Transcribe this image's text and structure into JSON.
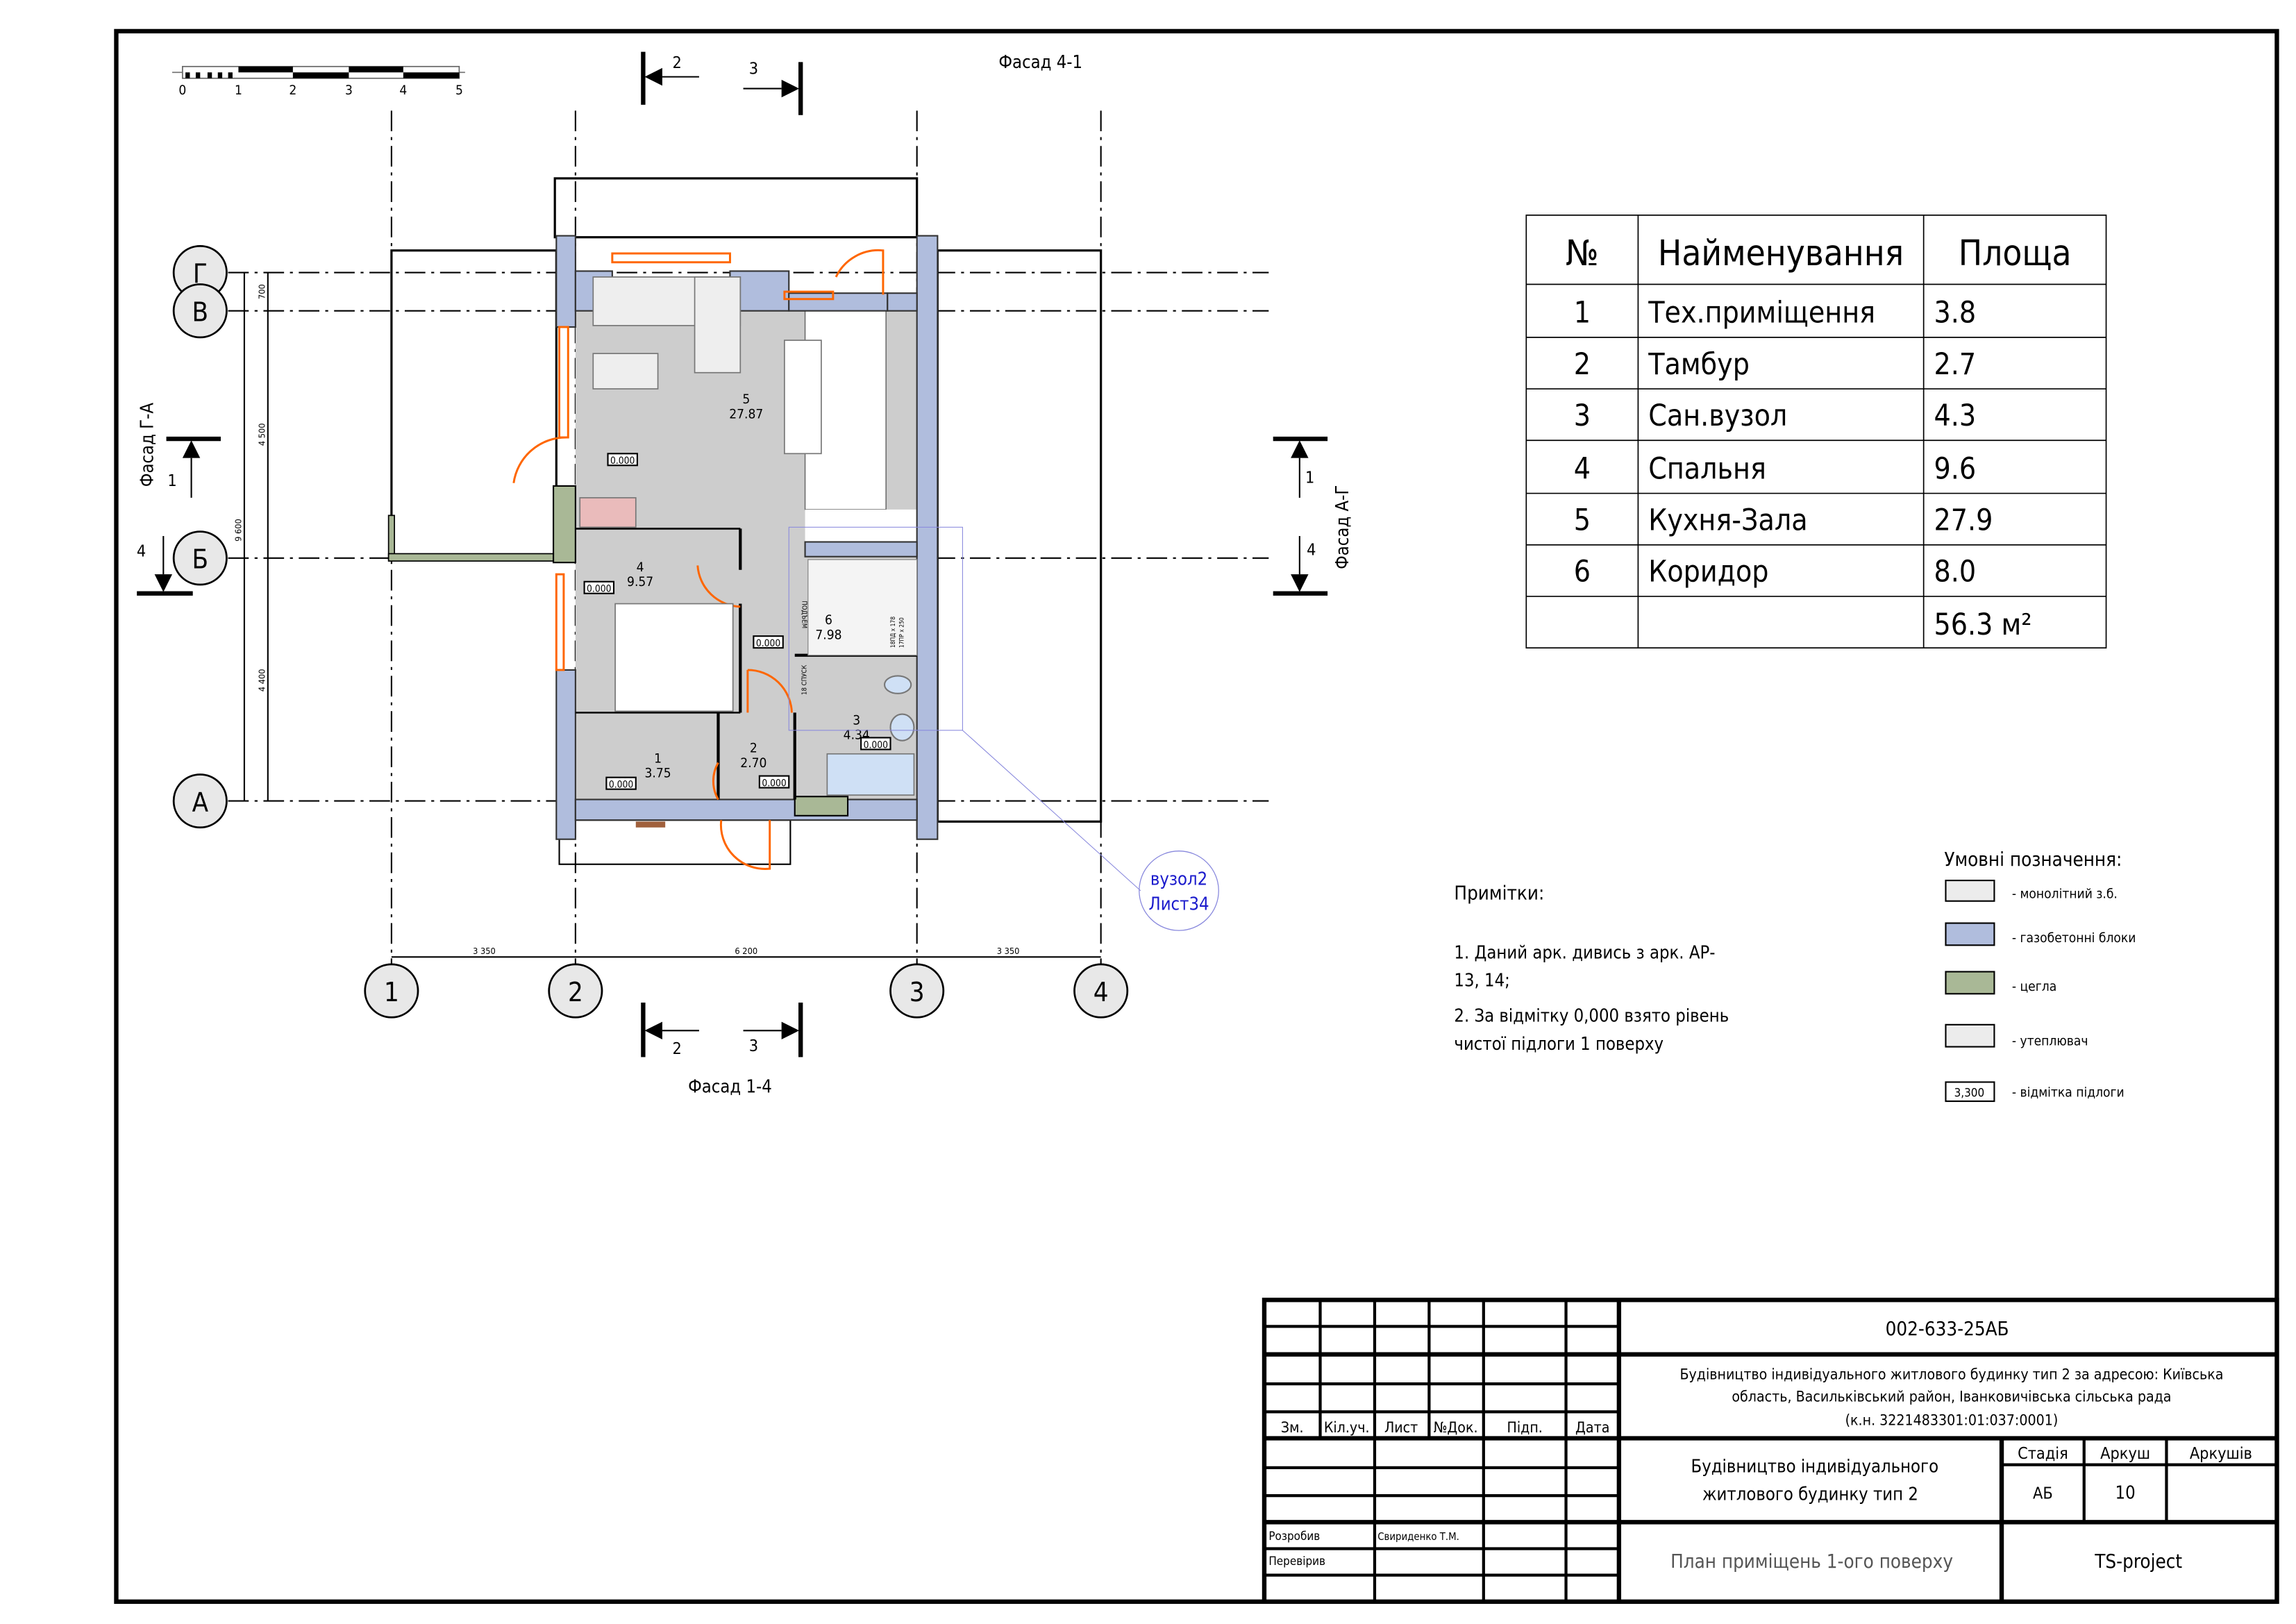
{
  "scale_bar": {
    "ticks": [
      "0",
      "1",
      "2",
      "3",
      "4",
      "5"
    ]
  },
  "axes": {
    "letters": [
      "Г",
      "В",
      "Б",
      "А"
    ],
    "numbers": [
      "1",
      "2",
      "3",
      "4"
    ]
  },
  "dimensions": {
    "bottom": [
      "3 350",
      "6 200",
      "3 350"
    ],
    "left_total": "9 600",
    "left_parts": [
      "700",
      "4 500",
      "4 400"
    ]
  },
  "facades": {
    "top": "Фасад 4-1",
    "bottom": "Фасад 1-4",
    "left": "Фасад Г-А",
    "right": "Фасад А-Г"
  },
  "section_marks": {
    "left_num": "2",
    "right_num": "3",
    "up_num": "1",
    "down_num": "4"
  },
  "rooms": [
    {
      "num": "5",
      "area": "27.87"
    },
    {
      "num": "4",
      "area": "9.57"
    },
    {
      "num": "6",
      "area": "7.98"
    },
    {
      "num": "3",
      "area": "4.34"
    },
    {
      "num": "2",
      "area": "2.70"
    },
    {
      "num": "1",
      "area": "3.75"
    }
  ],
  "level_tag": "0.000",
  "stairs": {
    "up": "ПОДЪЕМ",
    "down": "18 СПУСК",
    "spec1": "18ПД х 178",
    "spec2": "17ПР х 250"
  },
  "node_ref": {
    "line1": "вузол2",
    "line2": "Лист34"
  },
  "room_table": {
    "headers": [
      "№",
      "Найменування",
      "Площа"
    ],
    "rows": [
      [
        "1",
        "Тех.приміщення",
        "3.8"
      ],
      [
        "2",
        "Тамбур",
        "2.7"
      ],
      [
        "3",
        "Сан.вузол",
        "4.3"
      ],
      [
        "4",
        "Спальня",
        "9.6"
      ],
      [
        "5",
        "Кухня-Зала",
        "27.9"
      ],
      [
        "6",
        "Коридор",
        "8.0"
      ]
    ],
    "total": "56.3 м²"
  },
  "notes": {
    "title": "Примітки:",
    "lines": [
      "1. Даний арк. дивись з арк. АР-",
      "13, 14;",
      "2. За відмітку 0,000 взято рівень",
      "чистої підлоги 1 поверху"
    ]
  },
  "legend": {
    "title": "Умовні позначення:",
    "items": [
      {
        "label": "- монолітний з.б.",
        "color": "#ececec"
      },
      {
        "label": "- газобетонні блоки",
        "color": "#b0bddd"
      },
      {
        "label": "- цегла",
        "color": "#a9b896"
      },
      {
        "label": "- утеплювач",
        "color": "#ececec"
      },
      {
        "label": "- відмітка підлоги",
        "sample": "3,300"
      }
    ]
  },
  "title_block": {
    "code": "002-633-25АБ",
    "address_lines": [
      "Будівництво індивідуального житлового будинку тип 2 за адресою: Київська",
      "область, Васильківський район, Іванковичівська сільська рада",
      "(к.н. 3221483301:01:037:0001)"
    ],
    "cols": [
      "Зм.",
      "Кіл.уч.",
      "Лист",
      "№Док.",
      "Підп.",
      "Дата"
    ],
    "developed_label": "Розробив",
    "developer": "Свириденко Т.М.",
    "checked_label": "Перевірив",
    "project_lines": [
      "Будівництво індивідуального",
      "житлового будинку тип 2"
    ],
    "stage_header": "Стадія",
    "sheet_header": "Аркуш",
    "sheets_header": "Аркушів",
    "stage": "АБ",
    "sheet": "10",
    "sheet_title": "План приміщень 1-ого поверху",
    "company": "TS-project"
  }
}
